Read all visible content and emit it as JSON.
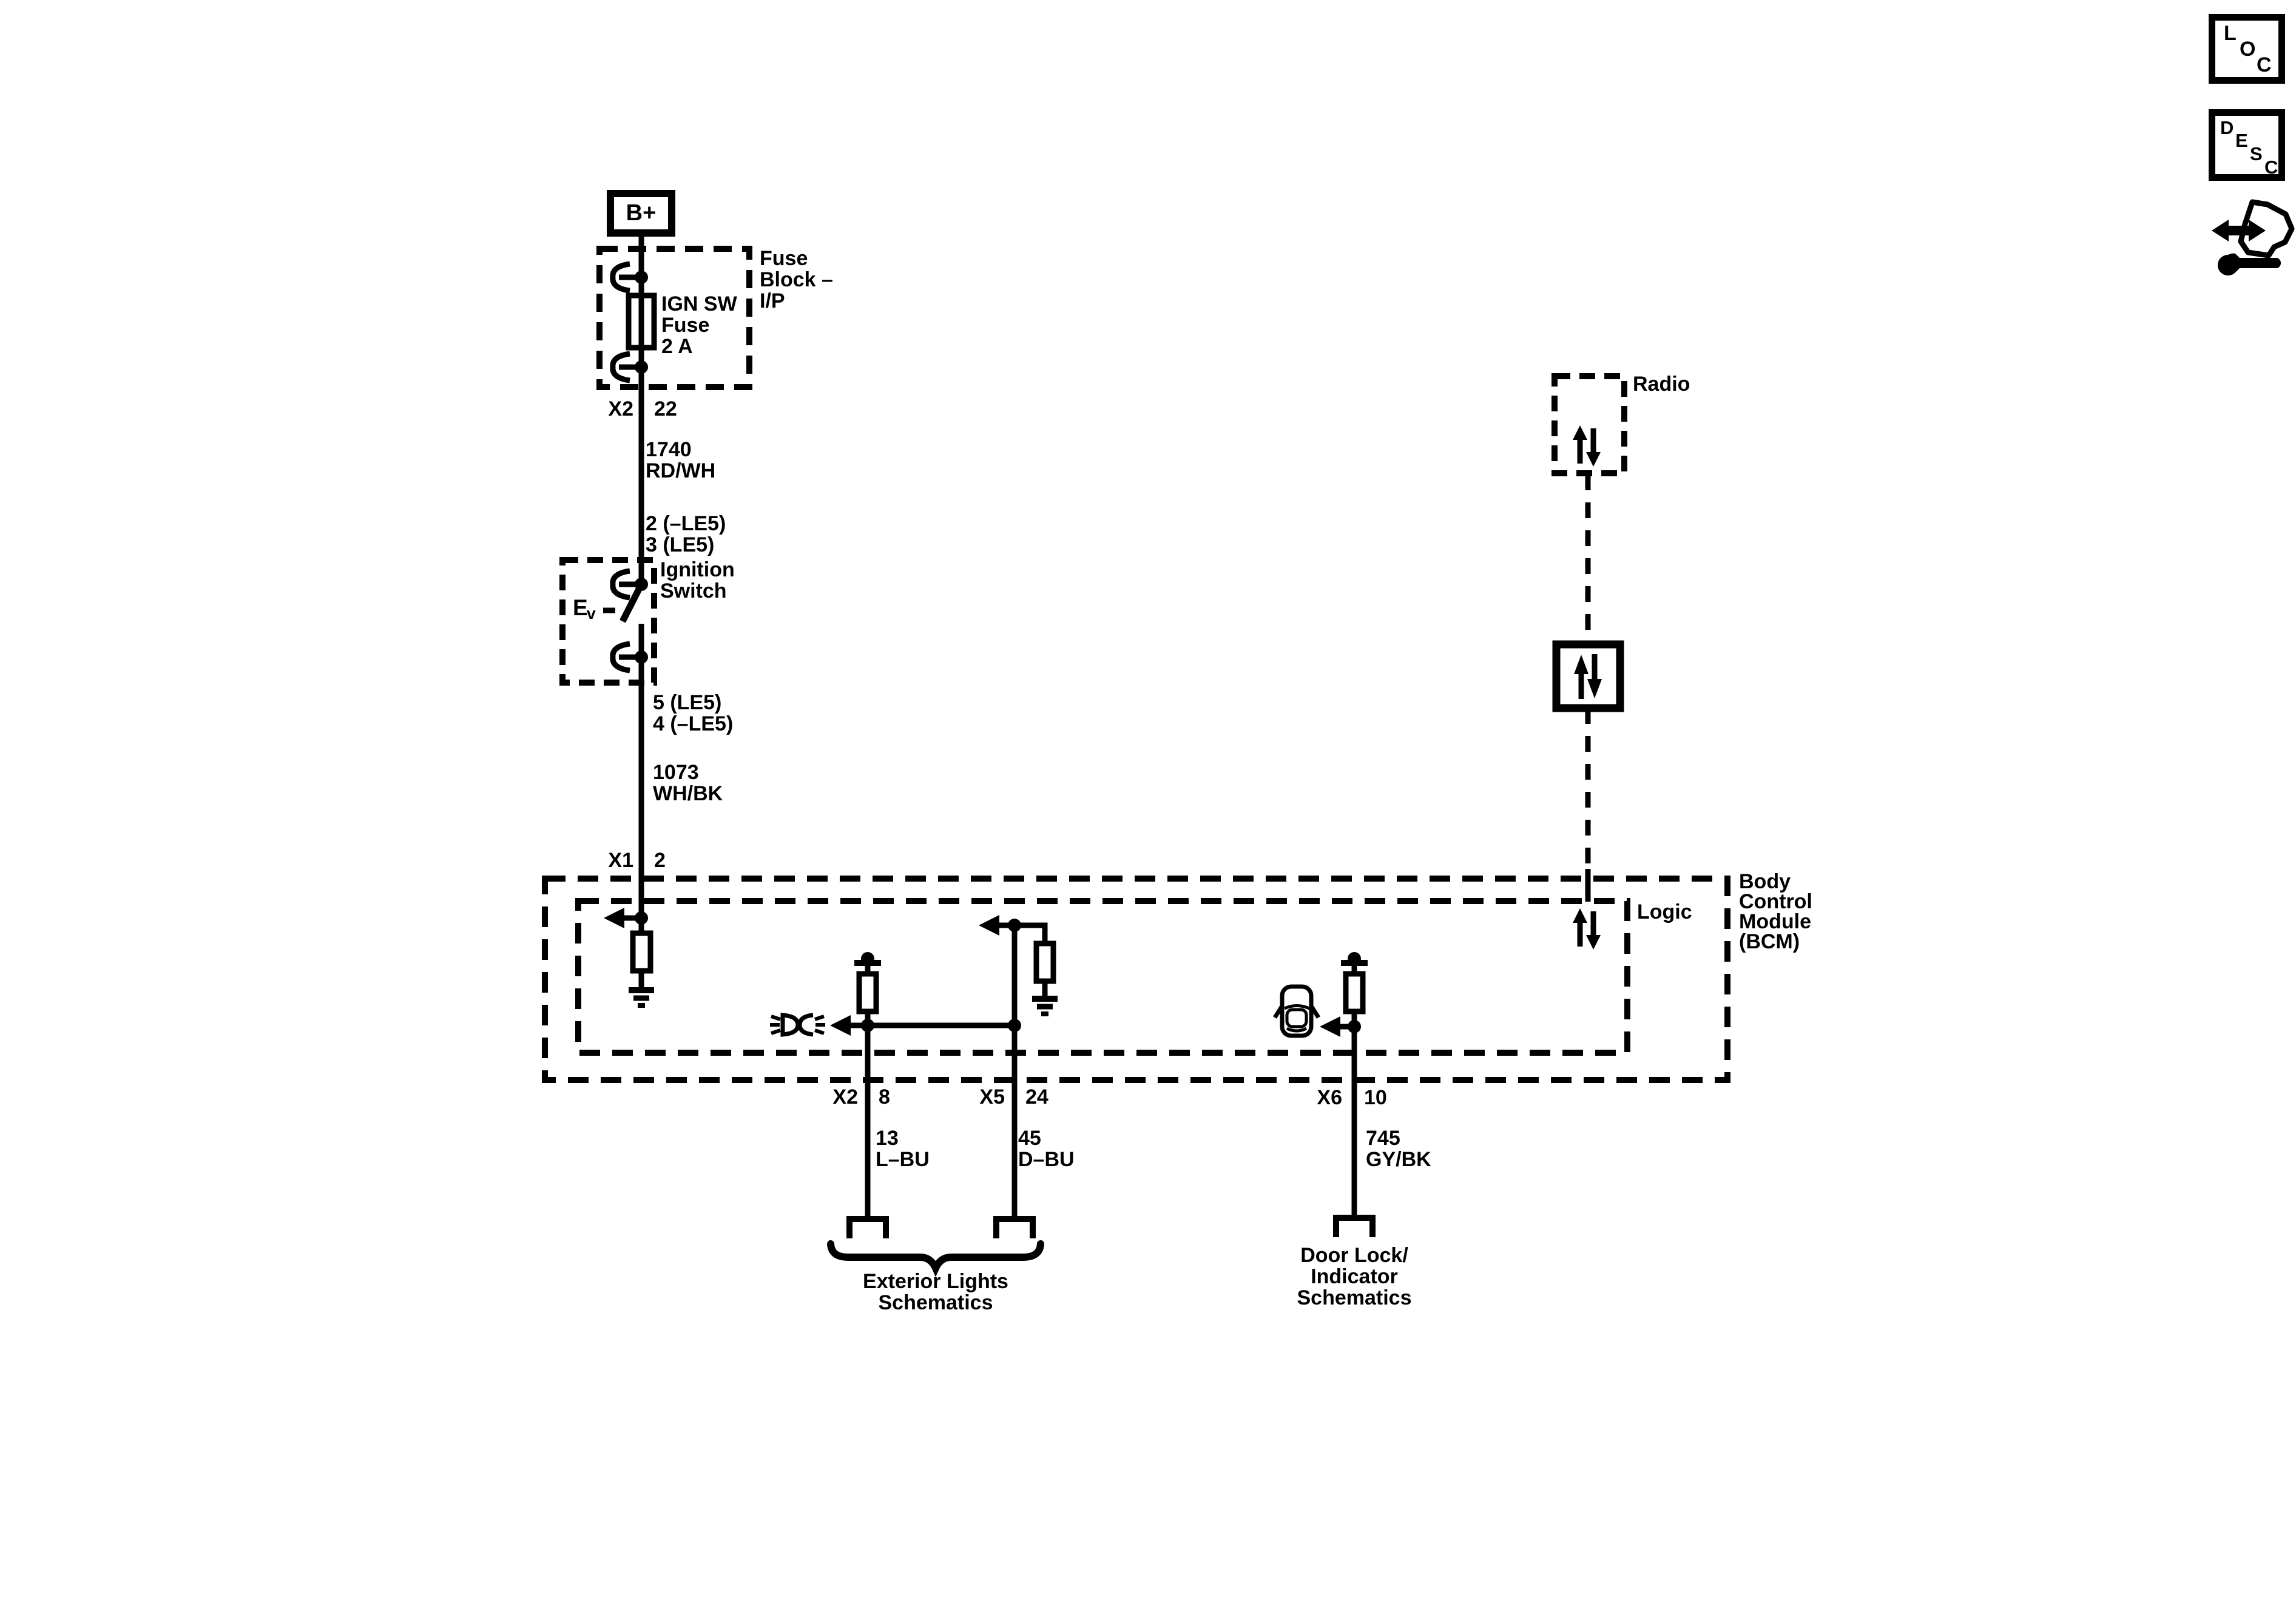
{
  "colors": {
    "ink": "#000000",
    "paper": "#ffffff"
  },
  "power_feed": {
    "label": "B+"
  },
  "fuse_block": {
    "name_lines": [
      "Fuse",
      "Block –",
      "I/P"
    ],
    "fuse_lines": [
      "IGN SW",
      "Fuse",
      "2 A"
    ],
    "connector": "X2",
    "pin": "22"
  },
  "wires": {
    "ignition_feed": {
      "circuit": "1740",
      "color": "RD/WH"
    },
    "switch_output": {
      "circuit": "1073",
      "color": "WH/BK"
    },
    "exterior_left": {
      "circuit": "13",
      "color": "L–BU"
    },
    "exterior_right": {
      "circuit": "45",
      "color": "D–BU"
    },
    "door_lock": {
      "circuit": "745",
      "color": "GY/BK"
    }
  },
  "ignition_switch": {
    "name_lines": [
      "Ignition",
      "Switch"
    ],
    "code_main": "E",
    "code_sub": "v",
    "pins_in": [
      "2 (–LE5)",
      "3 (LE5)"
    ],
    "pins_out": [
      "5 (LE5)",
      "4 (–LE5)"
    ]
  },
  "bcm": {
    "entry_connector": "X1",
    "entry_pin": "2",
    "name_lines": [
      "Body",
      "Control",
      "Module",
      "(BCM)"
    ],
    "logic_label": "Logic",
    "outputs": [
      {
        "connector": "X2",
        "pin": "8"
      },
      {
        "connector": "X5",
        "pin": "24"
      },
      {
        "connector": "X6",
        "pin": "10"
      }
    ]
  },
  "radio": {
    "label": "Radio"
  },
  "references": {
    "exterior_lights": [
      "Exterior Lights",
      "Schematics"
    ],
    "door_lock": [
      "Door Lock/",
      "Indicator",
      "Schematics"
    ]
  },
  "corner": {
    "loc": [
      "L",
      "O",
      "C"
    ],
    "desc": [
      "D",
      "E",
      "S",
      "C"
    ]
  }
}
